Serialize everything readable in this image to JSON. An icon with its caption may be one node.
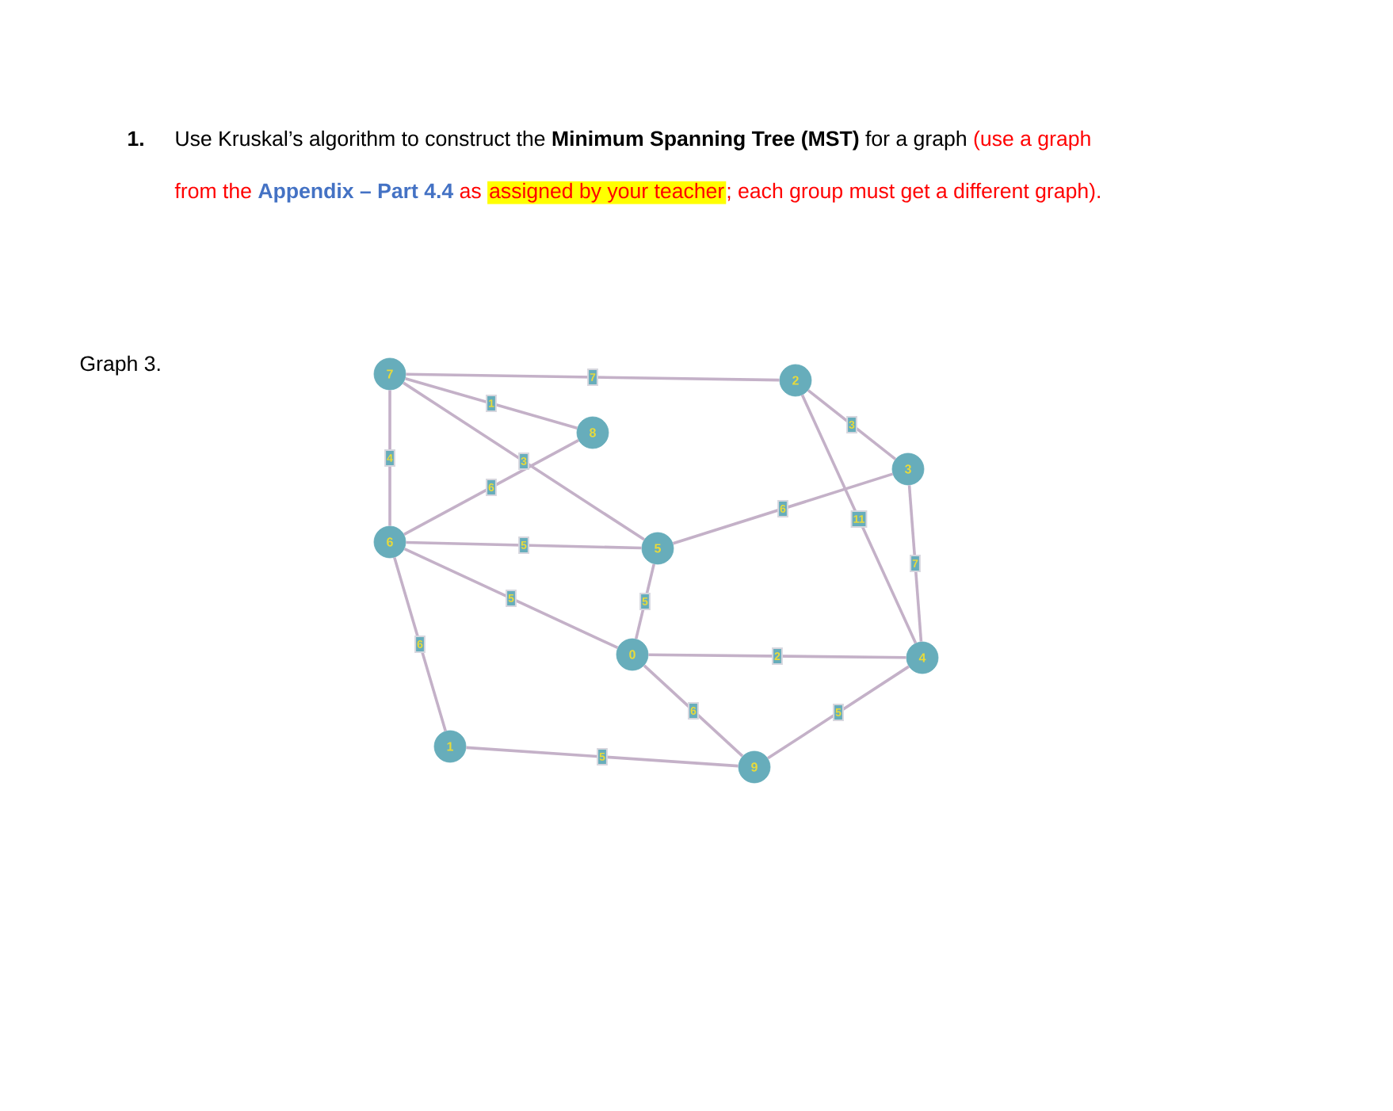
{
  "diagram": {
    "nodes": [
      {
        "text": [
          "7"
        ]
      },
      {
        "text": [
          "2"
        ]
      },
      {
        "text": [
          "8"
        ]
      },
      {
        "text": [
          "3"
        ]
      },
      {
        "text": [
          "6"
        ]
      },
      {
        "text": [
          "5"
        ]
      },
      {
        "text": [
          "0"
        ]
      },
      {
        "text": [
          "4"
        ]
      },
      {
        "text": [
          "1"
        ]
      },
      {
        "text": [
          "9"
        ]
      }
    ],
    "edges": [
      {
        "from": 0,
        "to": 1,
        "arrow": "none",
        "label": "7"
      },
      {
        "from": 0,
        "to": 2,
        "arrow": "none",
        "label": "1"
      },
      {
        "from": 0,
        "to": 5,
        "arrow": "none",
        "label": "3"
      },
      {
        "from": 0,
        "to": 4,
        "arrow": "none",
        "label": "4"
      },
      {
        "from": 2,
        "to": 4,
        "arrow": "none",
        "label": "6"
      },
      {
        "from": 4,
        "to": 5,
        "arrow": "none",
        "label": "5"
      },
      {
        "from": 4,
        "to": 6,
        "arrow": "none",
        "label": "5"
      },
      {
        "from": 4,
        "to": 8,
        "arrow": "none",
        "label": "6"
      },
      {
        "from": 5,
        "to": 6,
        "arrow": "none",
        "label": "5"
      },
      {
        "from": 5,
        "to": 3,
        "arrow": "none",
        "label": "6"
      },
      {
        "from": 1,
        "to": 3,
        "arrow": "none",
        "label": "3"
      },
      {
        "from": 1,
        "to": 7,
        "arrow": "none",
        "label": "11"
      },
      {
        "from": 3,
        "to": 7,
        "arrow": "none",
        "label": "7"
      },
      {
        "from": 6,
        "to": 7,
        "arrow": "none",
        "label": "2"
      },
      {
        "from": 6,
        "to": 9,
        "arrow": "none",
        "label": "6"
      },
      {
        "from": 8,
        "to": 9,
        "arrow": "none",
        "label": "5"
      },
      {
        "from": 9,
        "to": 7,
        "arrow": "none",
        "label": "5"
      }
    ],
    "labels": [
      "1.",
      "Use Kruskal’s algorithm to construct the **Minimum Spanning Tree (MST)** for a graph",
      "(use a graph",
      "from the",
      "Appendix – Part 4.4",
      "as",
      "assigned by your teacher",
      "; each group must get a different graph).",
      "Graph 3."
    ]
  }
}
